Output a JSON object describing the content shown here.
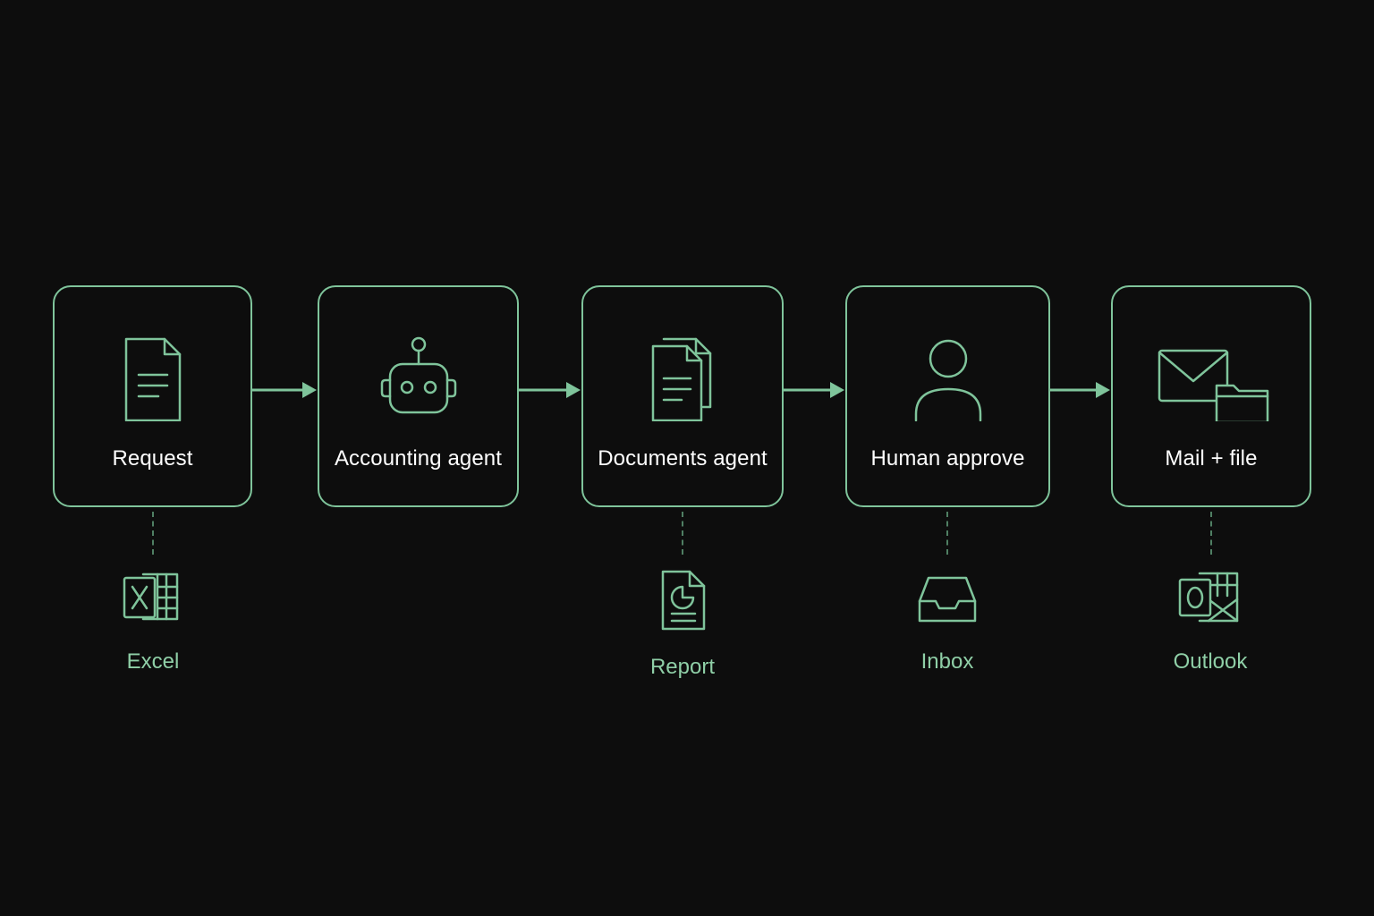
{
  "colors": {
    "background": "#0d0d0d",
    "accent": "#7fc49b",
    "node_text": "#ffffff",
    "tool_text": "#8fcfa7"
  },
  "steps": [
    {
      "label": "Request",
      "icon": "document-icon"
    },
    {
      "label": "Accounting agent",
      "icon": "robot-icon"
    },
    {
      "label": "Documents agent",
      "icon": "documents-icon"
    },
    {
      "label": "Human approve",
      "icon": "person-icon"
    },
    {
      "label": "Mail + file",
      "icon": "mail-folder-icon"
    }
  ],
  "tools": [
    {
      "label": "Excel",
      "icon": "excel-icon"
    },
    {
      "label": "Report",
      "icon": "report-icon"
    },
    {
      "label": "Inbox",
      "icon": "inbox-icon"
    },
    {
      "label": "Outlook",
      "icon": "outlook-icon"
    }
  ]
}
